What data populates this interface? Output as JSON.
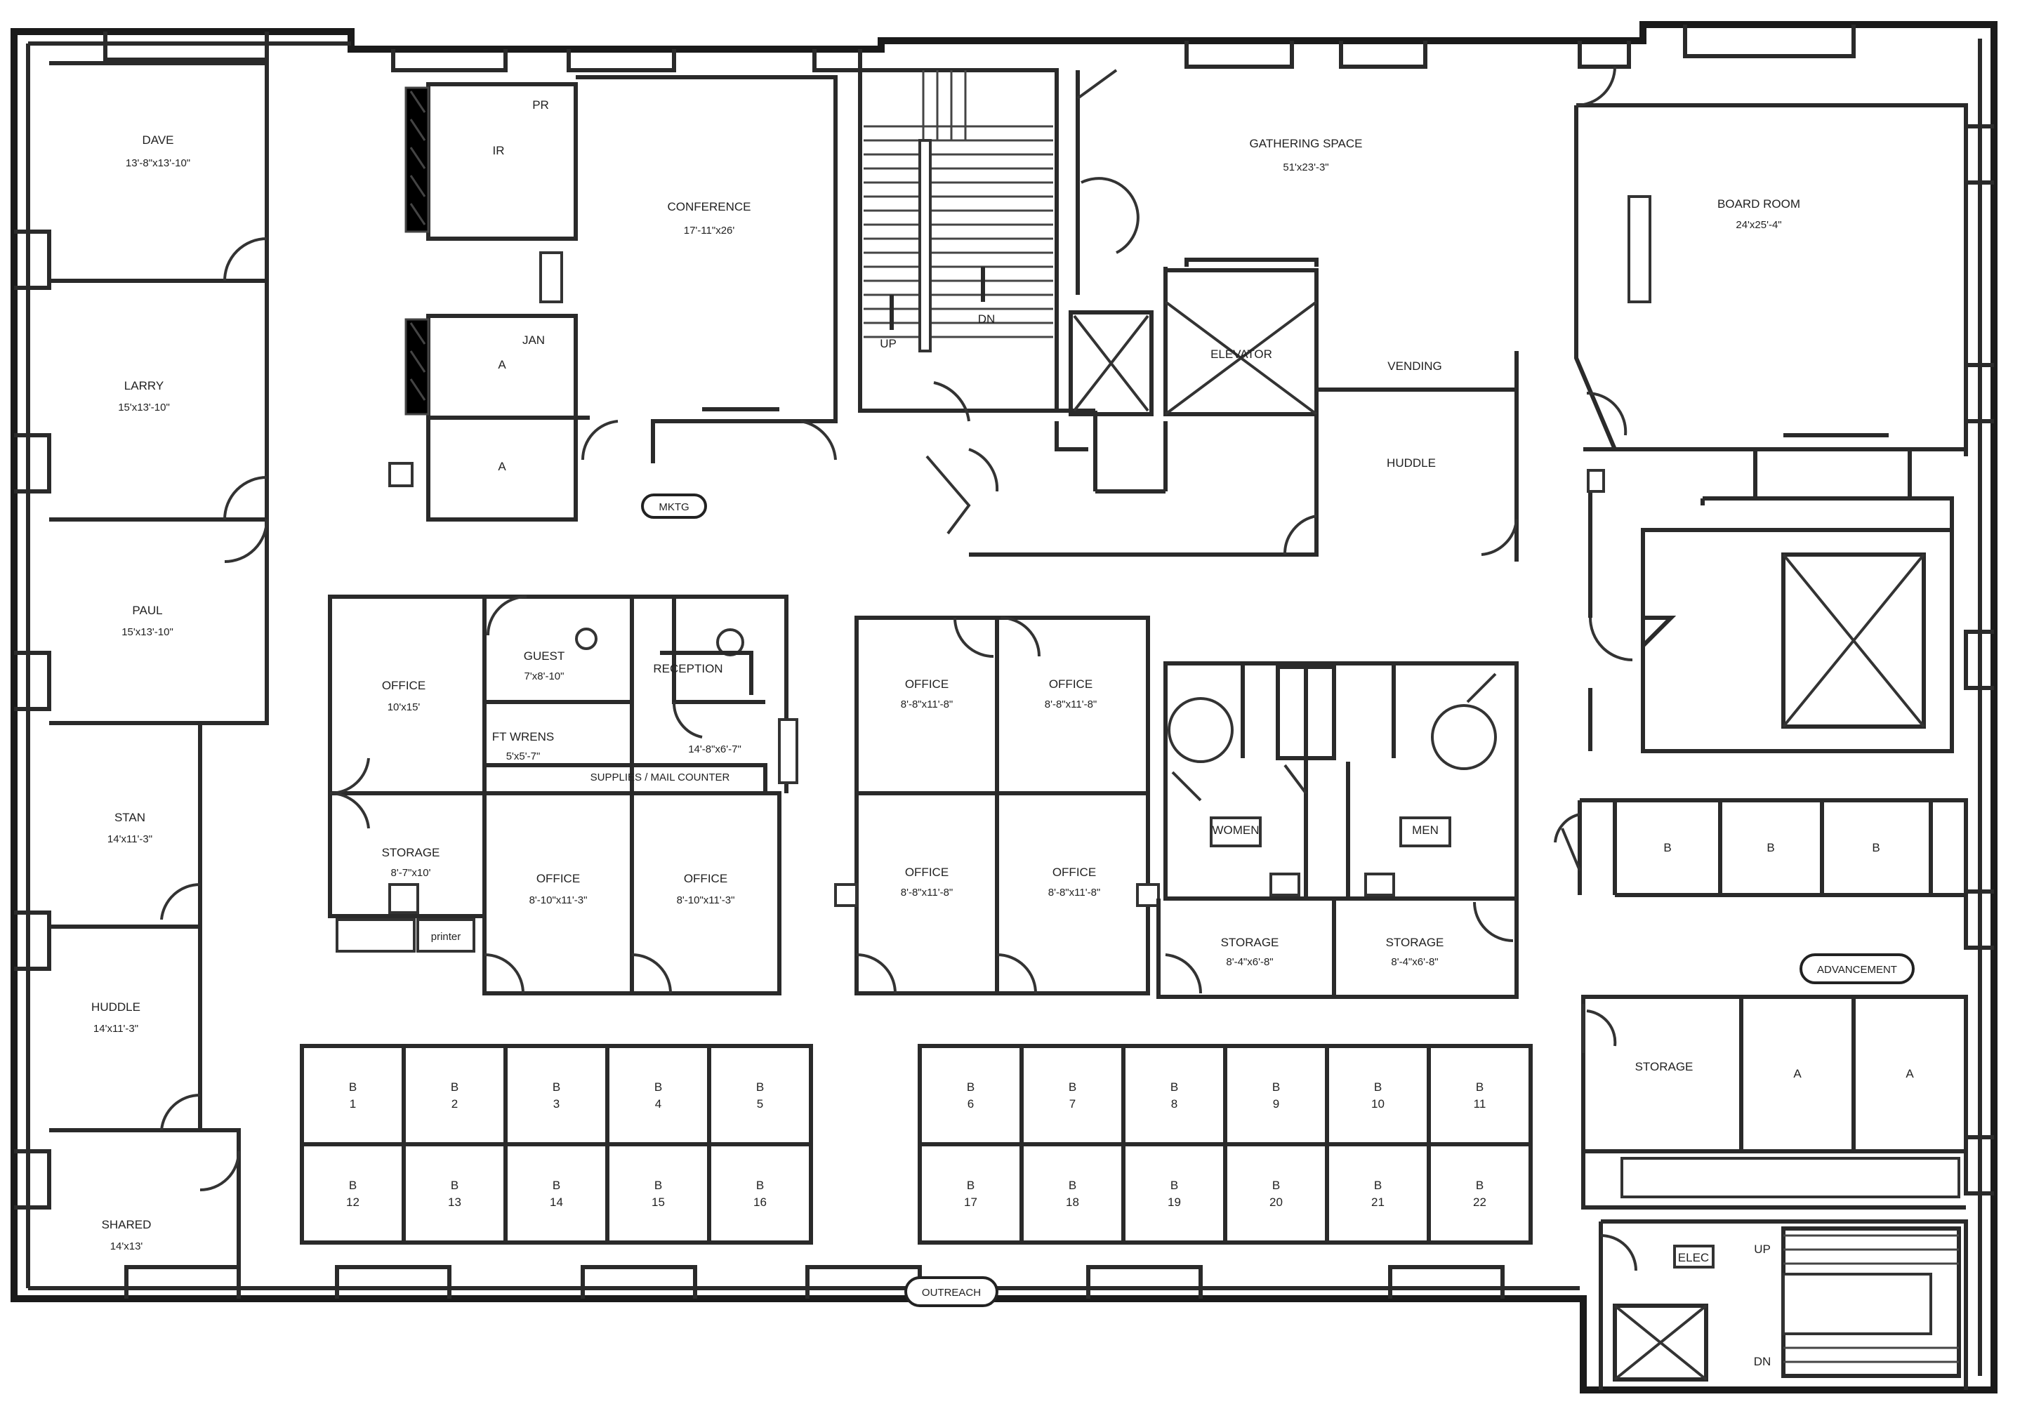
{
  "rooms": {
    "dave": {
      "name": "DAVE",
      "dim": "13'-8\"x13'-10\""
    },
    "larry": {
      "name": "LARRY",
      "dim": "15'x13'-10\""
    },
    "paul": {
      "name": "PAUL",
      "dim": "15'x13'-10\""
    },
    "stan": {
      "name": "STAN",
      "dim": "14'x11'-3\""
    },
    "huddle_west": {
      "name": "HUDDLE",
      "dim": "14'x11'-3\""
    },
    "shared": {
      "name": "SHARED",
      "dim": "14'x13'"
    },
    "conference": {
      "name": "CONFERENCE",
      "dim": "17'-11\"x26'"
    },
    "gathering": {
      "name": "GATHERING SPACE",
      "dim": "51'x23'-3\""
    },
    "board_room": {
      "name": "BOARD ROOM",
      "dim": "24'x25'-4\""
    },
    "huddle_east": {
      "name": "HUDDLE"
    },
    "vending": {
      "name": "VENDING"
    },
    "elevator": {
      "name": "ELEVATOR"
    },
    "office_a": {
      "name": "OFFICE",
      "dim": "10'x15'"
    },
    "guest": {
      "name": "GUEST",
      "dim": "7'x8'-10\""
    },
    "reception": {
      "name": "RECEPTION"
    },
    "ft_wrens": {
      "name": "FT WRENS",
      "dim": "5'x5'-7\""
    },
    "mail_area": {
      "name": "",
      "dim": "14'-8\"x6'-7\""
    },
    "supplies": {
      "name": "SUPPLIES / MAIL COUNTER"
    },
    "storage_a": {
      "name": "STORAGE",
      "dim": "8'-7\"x10'"
    },
    "printer": {
      "name": "printer"
    },
    "office_b": {
      "name": "OFFICE",
      "dim": "8'-10\"x11'-3\""
    },
    "office_c": {
      "name": "OFFICE",
      "dim": "8'-10\"x11'-3\""
    },
    "office_d": {
      "name": "OFFICE",
      "dim": "8'-8\"x11'-8\""
    },
    "office_e": {
      "name": "OFFICE",
      "dim": "8'-8\"x11'-8\""
    },
    "office_f": {
      "name": "OFFICE",
      "dim": "8'-8\"x11'-8\""
    },
    "office_g": {
      "name": "OFFICE",
      "dim": "8'-8\"x11'-8\""
    },
    "women": {
      "name": "WOMEN"
    },
    "men": {
      "name": "MEN"
    },
    "storage_b": {
      "name": "STORAGE",
      "dim": "8'-4\"x6'-8\""
    },
    "storage_c": {
      "name": "STORAGE",
      "dim": "8'-4\"x6'-8\""
    },
    "storage_d": {
      "name": "STORAGE"
    },
    "elec": {
      "name": "ELEC"
    },
    "janitor": {
      "name": "JAN"
    },
    "ir": {
      "name": "IR"
    },
    "pr": {
      "name": "PR"
    },
    "closet_a": {
      "name": "A"
    },
    "closet_a2": {
      "name": "A"
    },
    "stair_up": {
      "name": "UP"
    },
    "stair_dn": {
      "name": "DN"
    },
    "stair_up2": {
      "name": "UP"
    },
    "stair_dn2": {
      "name": "DN"
    }
  },
  "cubicle_rows": {
    "left_top": [
      [
        "B",
        "1"
      ],
      [
        "B",
        "2"
      ],
      [
        "B",
        "3"
      ],
      [
        "B",
        "4"
      ],
      [
        "B",
        "5"
      ]
    ],
    "left_bottom": [
      [
        "B",
        "12"
      ],
      [
        "B",
        "13"
      ],
      [
        "B",
        "14"
      ],
      [
        "B",
        "15"
      ],
      [
        "B",
        "16"
      ]
    ],
    "right_top": [
      [
        "B",
        "6"
      ],
      [
        "B",
        "7"
      ],
      [
        "B",
        "8"
      ],
      [
        "B",
        "9"
      ],
      [
        "B",
        "10"
      ],
      [
        "B",
        "11"
      ]
    ],
    "right_bottom": [
      [
        "B",
        "17"
      ],
      [
        "B",
        "18"
      ],
      [
        "B",
        "19"
      ],
      [
        "B",
        "20"
      ],
      [
        "B",
        "21"
      ],
      [
        "B",
        "22"
      ]
    ],
    "east_upper": [
      "B",
      "B",
      "B"
    ],
    "east_lower": [
      "A",
      "A"
    ]
  },
  "tags": {
    "advancement": "ADVANCEMENT",
    "outreach": "OUTREACH",
    "mktg": "MKTG"
  }
}
